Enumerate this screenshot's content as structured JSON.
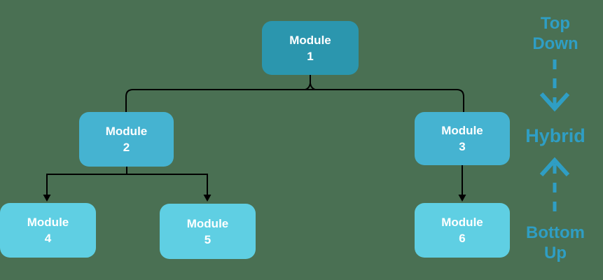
{
  "canvas": {
    "background": "#4a7053",
    "connector_color": "#000000"
  },
  "diagram": {
    "nodes": [
      {
        "id": "module-1",
        "label": "Module",
        "number": "1",
        "color": "#2b96ae",
        "text_color": "#ffffff",
        "level": 1
      },
      {
        "id": "module-2",
        "label": "Module",
        "number": "2",
        "color": "#45b3d1",
        "text_color": "#ffffff",
        "level": 2
      },
      {
        "id": "module-3",
        "label": "Module",
        "number": "3",
        "color": "#45b3d1",
        "text_color": "#ffffff",
        "level": 2
      },
      {
        "id": "module-4",
        "label": "Module",
        "number": "4",
        "color": "#5fcfe3",
        "text_color": "#ffffff",
        "level": 3
      },
      {
        "id": "module-5",
        "label": "Module",
        "number": "5",
        "color": "#5fcfe3",
        "text_color": "#ffffff",
        "level": 3
      },
      {
        "id": "module-6",
        "label": "Module",
        "number": "6",
        "color": "#5fcfe3",
        "text_color": "#ffffff",
        "level": 3
      }
    ],
    "edges": [
      {
        "from": "module-1",
        "to": "module-2",
        "arrow": false
      },
      {
        "from": "module-1",
        "to": "module-3",
        "arrow": false
      },
      {
        "from": "module-2",
        "to": "module-4",
        "arrow": true
      },
      {
        "from": "module-2",
        "to": "module-5",
        "arrow": true
      },
      {
        "from": "module-3",
        "to": "module-6",
        "arrow": true
      }
    ]
  },
  "legend": {
    "accent_color": "#2f9ec4",
    "top_down": {
      "line1": "Top",
      "line2": "Down"
    },
    "hybrid": "Hybrid",
    "bottom_up": {
      "line1": "Bottom",
      "line2": "Up"
    }
  }
}
